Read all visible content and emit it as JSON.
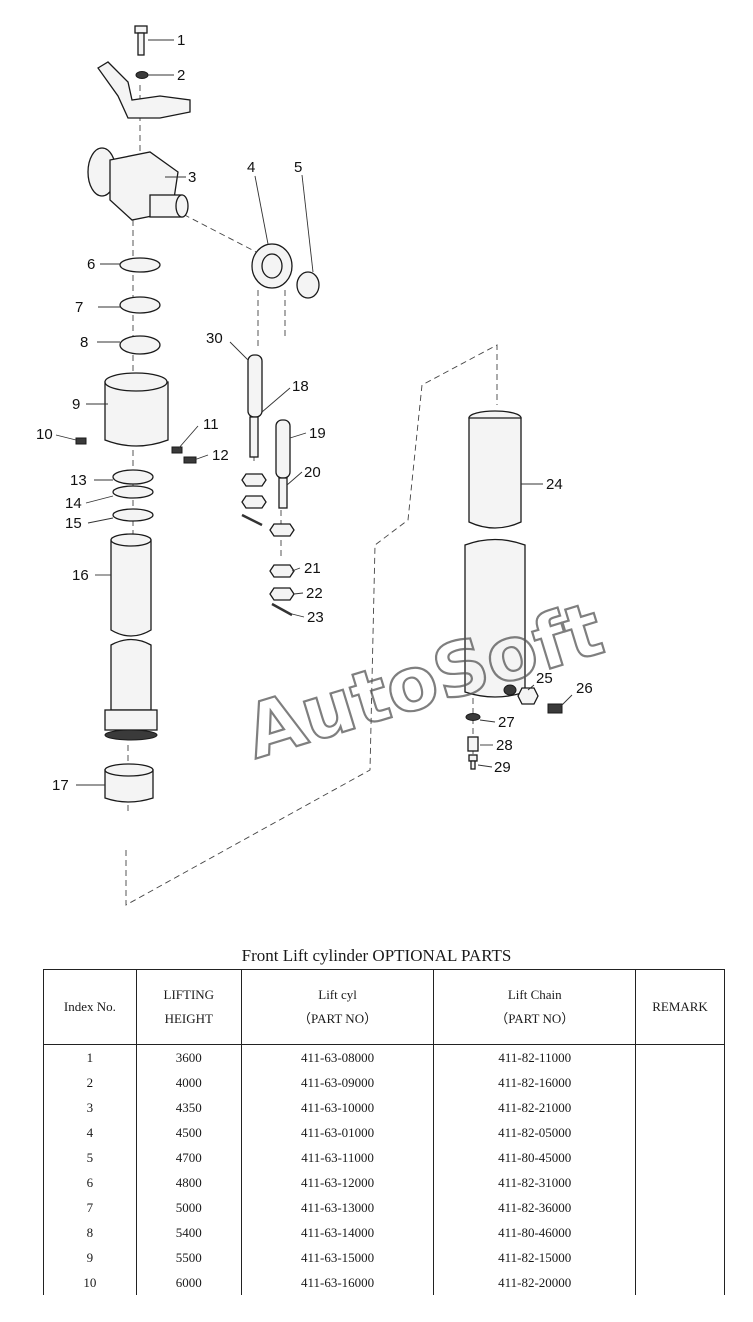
{
  "diagram": {
    "callouts": [
      "1",
      "2",
      "3",
      "4",
      "5",
      "6",
      "7",
      "8",
      "9",
      "10",
      "11",
      "12",
      "13",
      "14",
      "15",
      "16",
      "17",
      "18",
      "19",
      "20",
      "21",
      "22",
      "23",
      "24",
      "25",
      "26",
      "27",
      "28",
      "29",
      "30"
    ],
    "watermark": "AutoSoft"
  },
  "table": {
    "title": "Front Lift cylinder OPTIONAL PARTS",
    "headers": {
      "index": "Index No.",
      "height_1": "LIFTING",
      "height_2": "HEIGHT",
      "cyl_1": "Lift cyl",
      "cyl_2": "（PART NO）",
      "chain_1": "Lift Chain",
      "chain_2": "（PART NO）",
      "remark": "REMARK"
    },
    "rows": [
      {
        "index": "1",
        "height": "3600",
        "cyl": "411-63-08000",
        "chain": "411-82-11000",
        "remark": ""
      },
      {
        "index": "2",
        "height": "4000",
        "cyl": "411-63-09000",
        "chain": "411-82-16000",
        "remark": ""
      },
      {
        "index": "3",
        "height": "4350",
        "cyl": "411-63-10000",
        "chain": "411-82-21000",
        "remark": ""
      },
      {
        "index": "4",
        "height": "4500",
        "cyl": "411-63-01000",
        "chain": "411-82-05000",
        "remark": ""
      },
      {
        "index": "5",
        "height": "4700",
        "cyl": "411-63-11000",
        "chain": "411-80-45000",
        "remark": ""
      },
      {
        "index": "6",
        "height": "4800",
        "cyl": "411-63-12000",
        "chain": "411-82-31000",
        "remark": ""
      },
      {
        "index": "7",
        "height": "5000",
        "cyl": "411-63-13000",
        "chain": "411-82-36000",
        "remark": ""
      },
      {
        "index": "8",
        "height": "5400",
        "cyl": "411-63-14000",
        "chain": "411-80-46000",
        "remark": ""
      },
      {
        "index": "9",
        "height": "5500",
        "cyl": "411-63-15000",
        "chain": "411-82-15000",
        "remark": ""
      },
      {
        "index": "10",
        "height": "6000",
        "cyl": "411-63-16000",
        "chain": "411-82-20000",
        "remark": ""
      }
    ]
  }
}
